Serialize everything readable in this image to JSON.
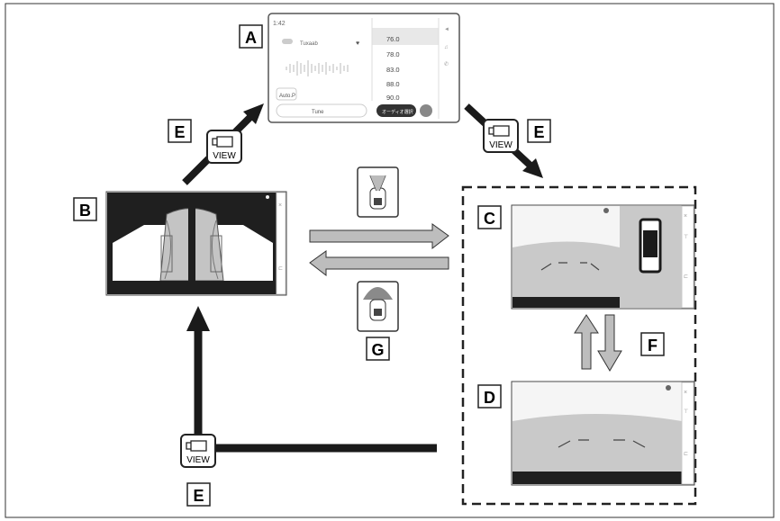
{
  "labels": {
    "A": "A",
    "B": "B",
    "C": "C",
    "D": "D",
    "E": "E",
    "F": "F",
    "G": "G"
  },
  "view_button": {
    "text": "VIEW"
  },
  "screen_a": {
    "time": "1:42",
    "station": "Tuxaab",
    "autop": "Auto.P",
    "tune": "Tune",
    "source_btn": "オーディオ選択",
    "presets": [
      "76.0",
      "78.0",
      "83.0",
      "88.0",
      "90.0"
    ]
  },
  "colors": {
    "arrow_dark": "#1a1a1a",
    "arrow_light": "#bdbdbd",
    "screen_bg": "#1f1f1f",
    "ground": "#c9c9c9"
  }
}
